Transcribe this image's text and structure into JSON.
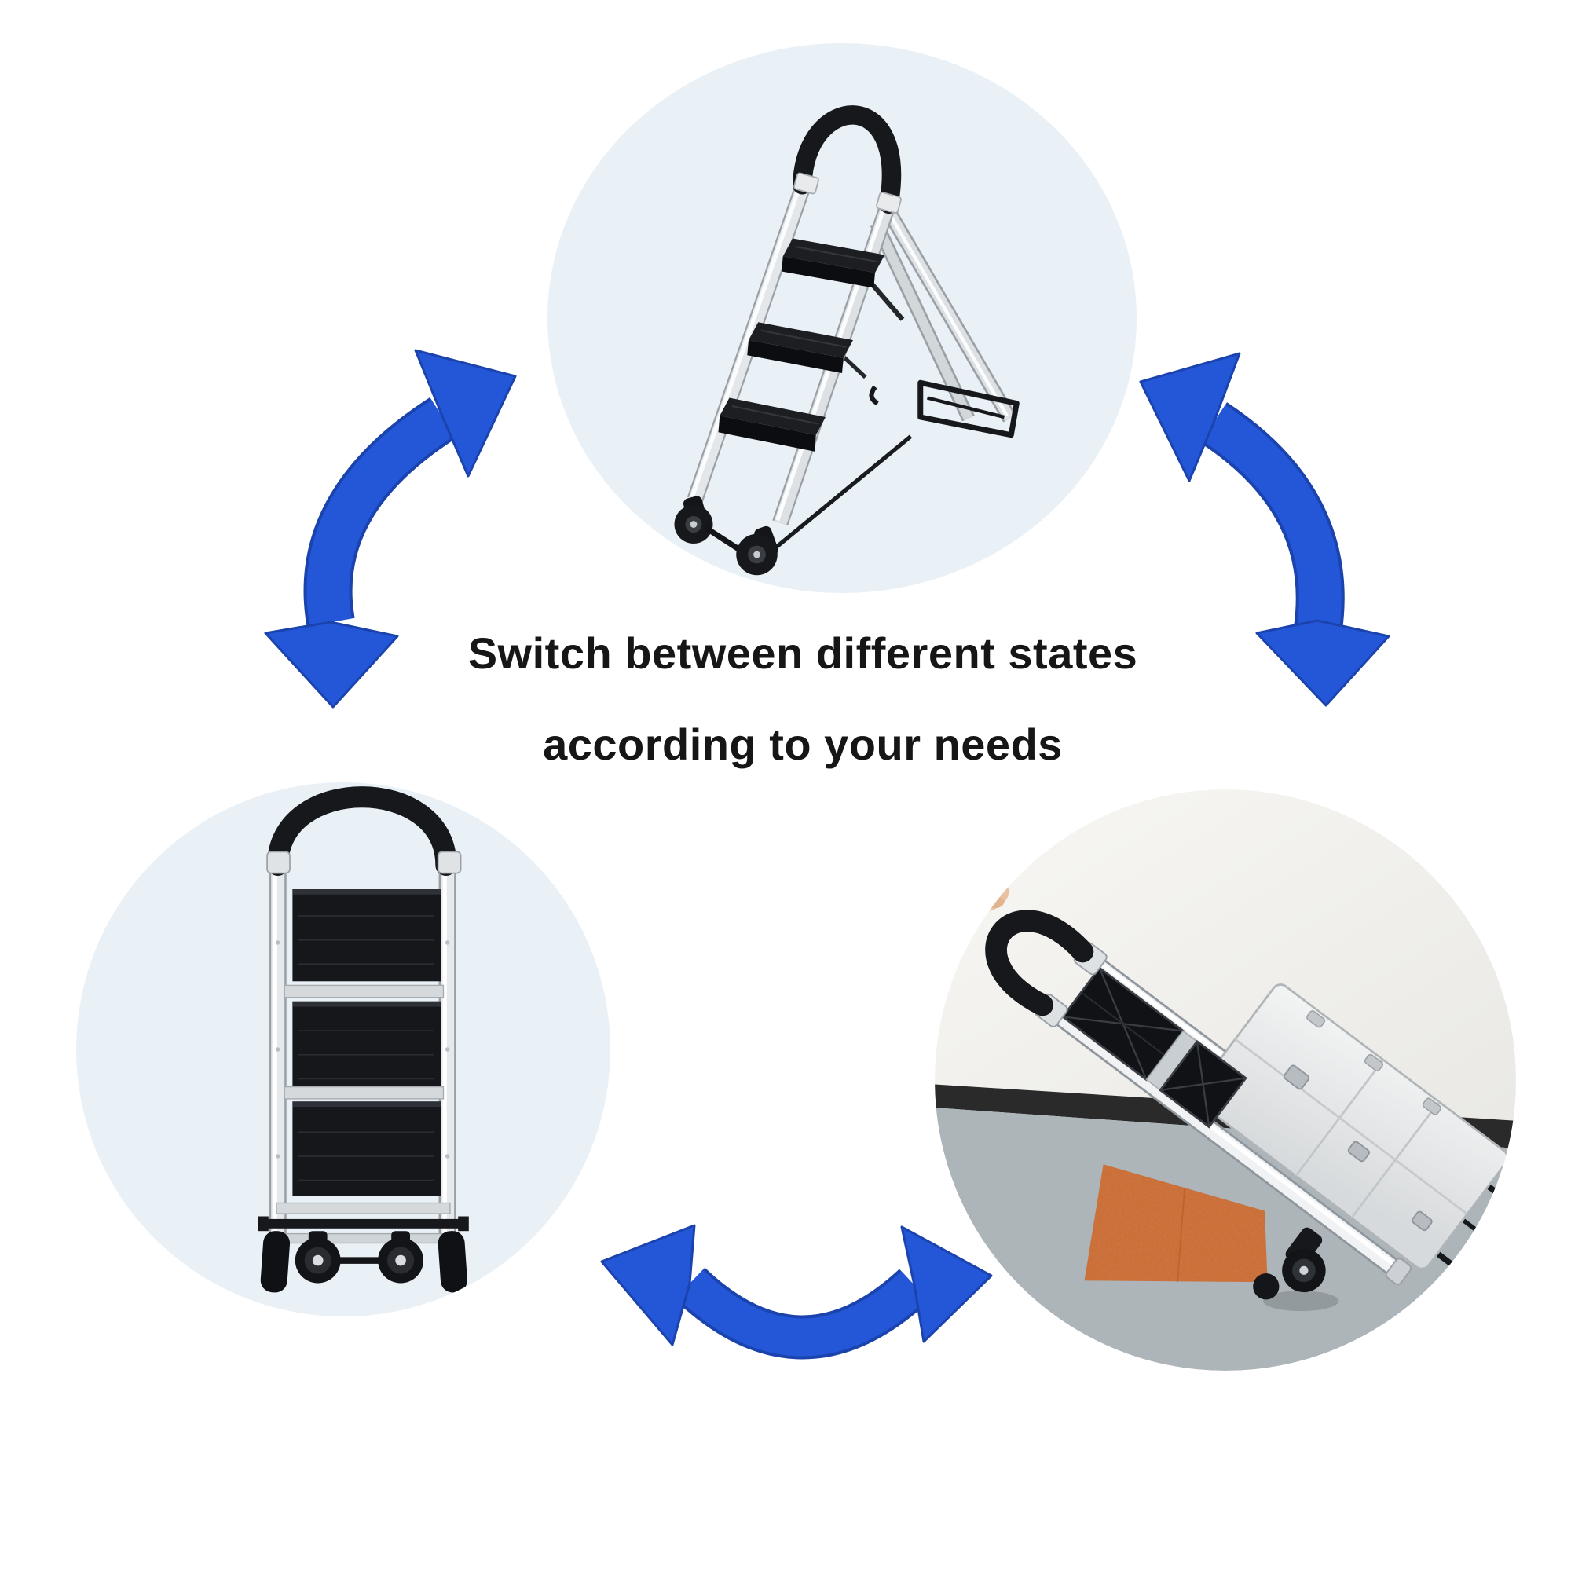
{
  "title": {
    "line1": "Switch between different states",
    "line2": "according to your needs"
  },
  "colors": {
    "arrow_blue": "#2457d8",
    "arrow_edge": "#1b43ad",
    "circle_bg": "#e9f0f6",
    "text_color": "#161616",
    "product_black": "#17181c",
    "aluminum_light": "#eef0f1",
    "aluminum_shadow": "#8f969c",
    "wall_white": "#f7f6f3",
    "baseboard_black": "#2a2a2a",
    "carpet_gray": "#aeb6ba",
    "mat_orange": "#cf6a2e",
    "skin_tone": "#eac2a2"
  },
  "illustrations": {
    "top_circle": "step-ladder-mode-photo",
    "bottom_left_circle": "folded-hand-truck-mode-photo",
    "bottom_right_circle": "hand-truck-carrying-case-photo"
  }
}
